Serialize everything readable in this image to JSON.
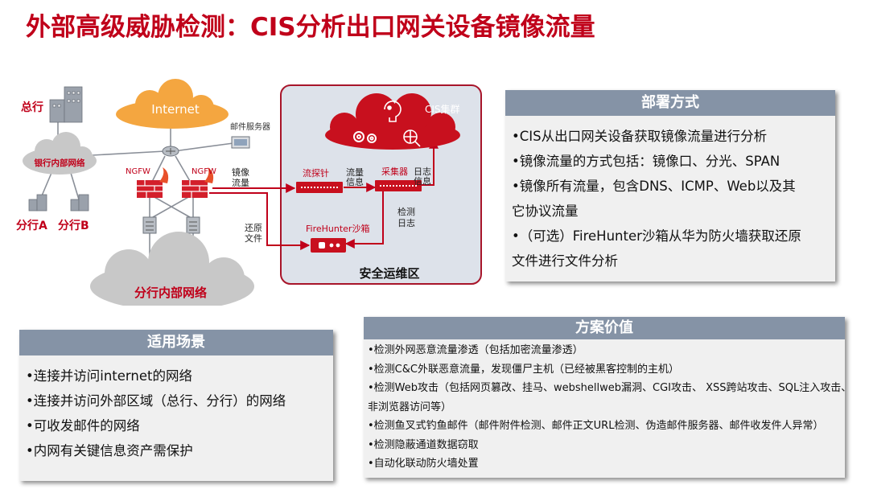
{
  "title": {
    "prefix": "外部高级威胁检测：",
    "accent": "CIS",
    "suffix": "分析出口网关设备镜像流量"
  },
  "diagram": {
    "hq": "总行",
    "bank_network": "银行内部网络",
    "branch_a": "分行A",
    "branch_b": "分行B",
    "internet": "Internet",
    "mail_server": "邮件服务器",
    "ngfw_left": "NGFW",
    "ngfw_right": "NGFW",
    "mirror_1": "镜像",
    "mirror_2": "流量",
    "branch_network": "分行内部网络",
    "restore_1": "还原",
    "restore_2": "文件",
    "cis_cluster": "CIS集群",
    "probe": "流探针",
    "collector": "采集器",
    "traffic_info_1": "流量",
    "traffic_info_2": "信息",
    "log_info_1": "日志",
    "log_info_2": "信息",
    "detect_log_1": "检测",
    "detect_log_2": "日志",
    "firehunter": "FireHunter沙箱",
    "secure_zone": "安全运维区"
  },
  "deploy": {
    "header": "部署方式",
    "lines": [
      "•CIS从出口网关设备获取镜像流量进行分析",
      "•镜像流量的方式包括：镜像口、分光、SPAN",
      "•镜像所有流量，包含DNS、ICMP、Web以及其",
      "它协议流量",
      "•（可选）FireHunter沙箱从华为防火墙获取还原",
      "文件进行文件分析"
    ]
  },
  "scenarios": {
    "header": "适用场景",
    "lines": [
      "•连接并访问internet的网络",
      "•连接并访问外部区域（总行、分行）的网络",
      "•可收发邮件的网络",
      "•内网有关键信息资产需保护"
    ]
  },
  "value": {
    "header": "方案价值",
    "lines": [
      "•检测外网恶意流量渗透（包括加密流量渗透）",
      "•检测C&C外联恶意流量，发现僵尸主机（已经被黑客控制的主机）",
      "•检测Web攻击（包括网页篡改、挂马、webshellweb漏洞、CGI攻击、 XSS跨站攻击、SQL注入攻击、",
      "非浏览器访问等）",
      "•检测鱼叉式钓鱼邮件（邮件附件检测、邮件正文URL检测、伪造邮件服务器、邮件收发件人异常）",
      "•检测隐蔽通道数据窃取",
      "•自动化联动防火墙处置"
    ]
  },
  "colors": {
    "brand_red": "#c0001a",
    "panel_header": "#8593a6",
    "panel_body": "#f0f0f0",
    "internet_orange": "#f4a640"
  }
}
